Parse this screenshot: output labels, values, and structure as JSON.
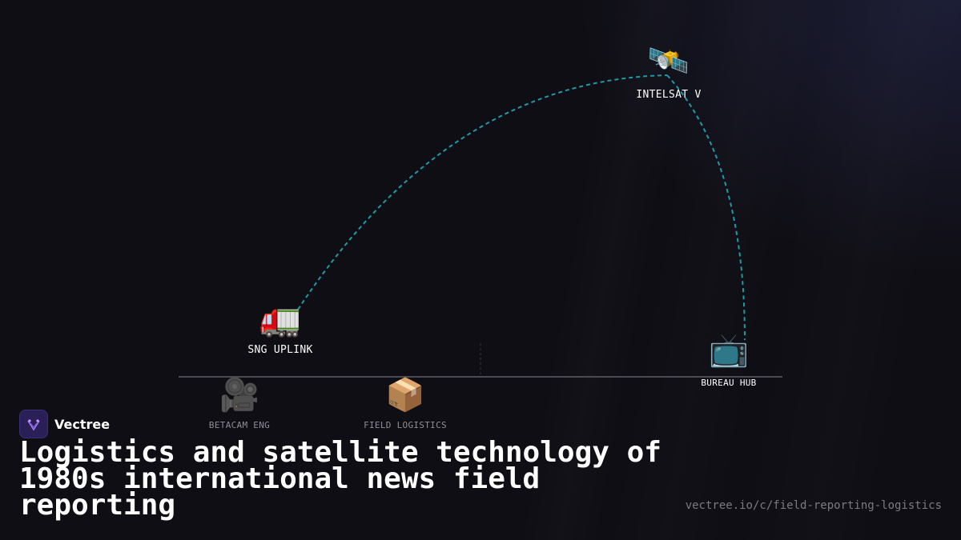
{
  "nodes": {
    "satellite": {
      "icon": "🛰️",
      "icon_name": "satellite-icon",
      "label": "INTELSAT V"
    },
    "uplink": {
      "icon": "🚛",
      "icon_name": "truck-icon",
      "label": "SNG UPLINK"
    },
    "hub": {
      "icon": "📺",
      "icon_name": "television-icon",
      "label": "BUREAU HUB"
    },
    "camera": {
      "icon": "🎥",
      "icon_name": "video-camera-icon",
      "label": "BETACAM ENG"
    },
    "logistics": {
      "icon": "📦",
      "icon_name": "package-icon",
      "label": "FIELD LOGISTICS"
    }
  },
  "colors": {
    "link": "#1e9aa6",
    "baseline": "#4a4a55",
    "background": "#0f0e14",
    "brand": "#2a1f57"
  },
  "brand": {
    "name": "Vectree"
  },
  "title": "Logistics and satellite technology of 1980s international news field reporting",
  "url": "vectree.io/c/field-reporting-logistics"
}
